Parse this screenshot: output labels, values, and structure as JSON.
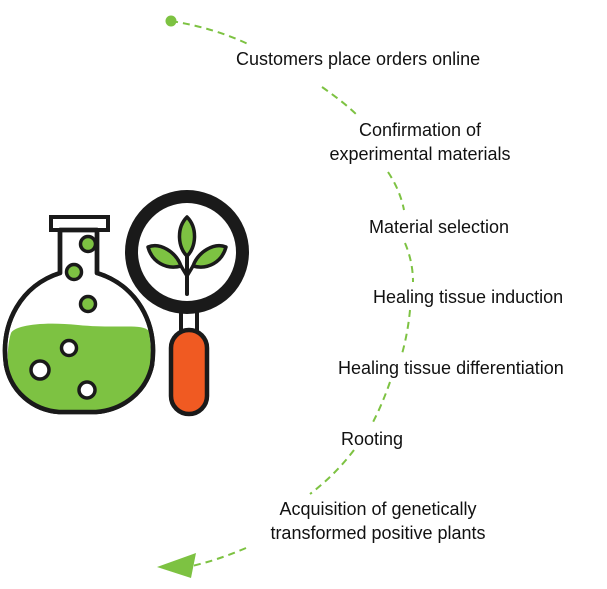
{
  "steps": [
    {
      "lines": [
        "Customers place orders online"
      ]
    },
    {
      "lines": [
        "Confirmation of",
        "experimental materials"
      ]
    },
    {
      "lines": [
        "Material selection"
      ]
    },
    {
      "lines": [
        "Healing tissue induction"
      ]
    },
    {
      "lines": [
        "Healing tissue differentiation"
      ]
    },
    {
      "lines": [
        "Rooting"
      ]
    },
    {
      "lines": [
        "Acquisition of genetically",
        "transformed positive plants"
      ]
    }
  ],
  "colors": {
    "accent_green": "#7dc242",
    "handle_orange": "#f05a22",
    "outline": "#1a1a1a",
    "lens_fill": "#ffffff"
  },
  "icons": [
    "flask-icon",
    "magnifier-plant-icon",
    "start-dot-icon",
    "arrow-head-icon"
  ]
}
